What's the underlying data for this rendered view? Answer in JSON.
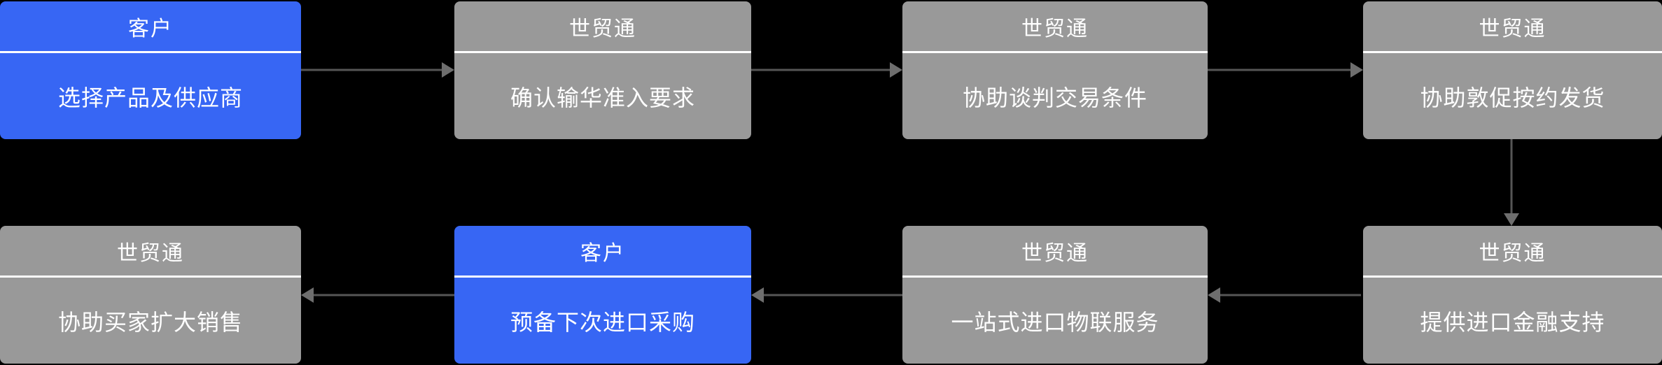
{
  "colors": {
    "background": "#000000",
    "customer_box": "#3766F4",
    "service_box": "#999999",
    "box_text": "#FFFFFF",
    "divider": "#FFFFFF",
    "arrow_line": "#565656",
    "arrow_head": "#6E6E6E"
  },
  "flow": {
    "nodes": [
      {
        "id": "select-product",
        "actor": "客户",
        "label": "选择产品及供应商",
        "role": "customer",
        "row": 1,
        "col": 1
      },
      {
        "id": "confirm-access",
        "actor": "世贸通",
        "label": "确认输华准入要求",
        "role": "service",
        "row": 1,
        "col": 2
      },
      {
        "id": "negotiate-terms",
        "actor": "世贸通",
        "label": "协助谈判交易条件",
        "role": "service",
        "row": 1,
        "col": 3
      },
      {
        "id": "urge-shipment",
        "actor": "世贸通",
        "label": "协助敦促按约发货",
        "role": "service",
        "row": 1,
        "col": 4
      },
      {
        "id": "expand-sales",
        "actor": "世贸通",
        "label": "协助买家扩大销售",
        "role": "service",
        "row": 2,
        "col": 1
      },
      {
        "id": "next-purchase",
        "actor": "客户",
        "label": "预备下次进口采购",
        "role": "customer",
        "row": 2,
        "col": 2
      },
      {
        "id": "one-stop-logistics",
        "actor": "世贸通",
        "label": "一站式进口物联服务",
        "role": "service",
        "row": 2,
        "col": 3
      },
      {
        "id": "finance-support",
        "actor": "世贸通",
        "label": "提供进口金融支持",
        "role": "service",
        "row": 2,
        "col": 4
      }
    ],
    "edges": [
      {
        "from": "select-product",
        "to": "confirm-access",
        "direction": "right"
      },
      {
        "from": "confirm-access",
        "to": "negotiate-terms",
        "direction": "right"
      },
      {
        "from": "negotiate-terms",
        "to": "urge-shipment",
        "direction": "right"
      },
      {
        "from": "urge-shipment",
        "to": "finance-support",
        "direction": "down"
      },
      {
        "from": "finance-support",
        "to": "one-stop-logistics",
        "direction": "left"
      },
      {
        "from": "one-stop-logistics",
        "to": "next-purchase",
        "direction": "left"
      },
      {
        "from": "next-purchase",
        "to": "expand-sales",
        "direction": "left"
      }
    ]
  }
}
